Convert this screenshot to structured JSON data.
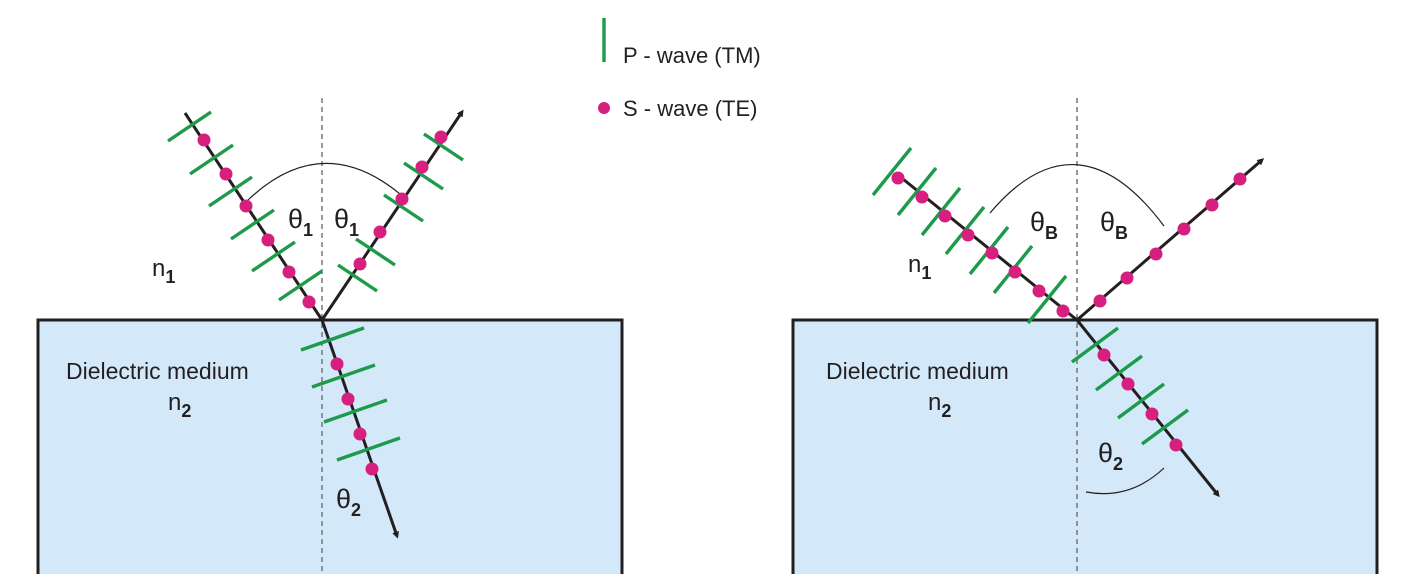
{
  "legend": {
    "p_wave_label": "P - wave (TM)",
    "s_wave_label": "S - wave (TE)"
  },
  "panels": [
    {
      "medium_label": "Dielectric medium",
      "n1_label": "n",
      "n1_sub": "1",
      "n2_label": "n",
      "n2_sub": "2",
      "incident_angle_label": "θ",
      "incident_angle_sub": "1",
      "reflected_angle_label": "θ",
      "reflected_angle_sub": "1",
      "refracted_angle_label": "θ",
      "refracted_angle_sub": "2"
    },
    {
      "medium_label": "Dielectric medium",
      "n1_label": "n",
      "n1_sub": "1",
      "n2_label": "n",
      "n2_sub": "2",
      "incident_angle_label": "θ",
      "incident_angle_sub": "B",
      "reflected_angle_label": "θ",
      "reflected_angle_sub": "B",
      "refracted_angle_label": "θ",
      "refracted_angle_sub": "2"
    }
  ],
  "colors": {
    "p_wave": "#1d9a4a",
    "s_wave": "#d61f7e",
    "medium_fill": "#d3e8f8",
    "ray": "#231f20"
  }
}
